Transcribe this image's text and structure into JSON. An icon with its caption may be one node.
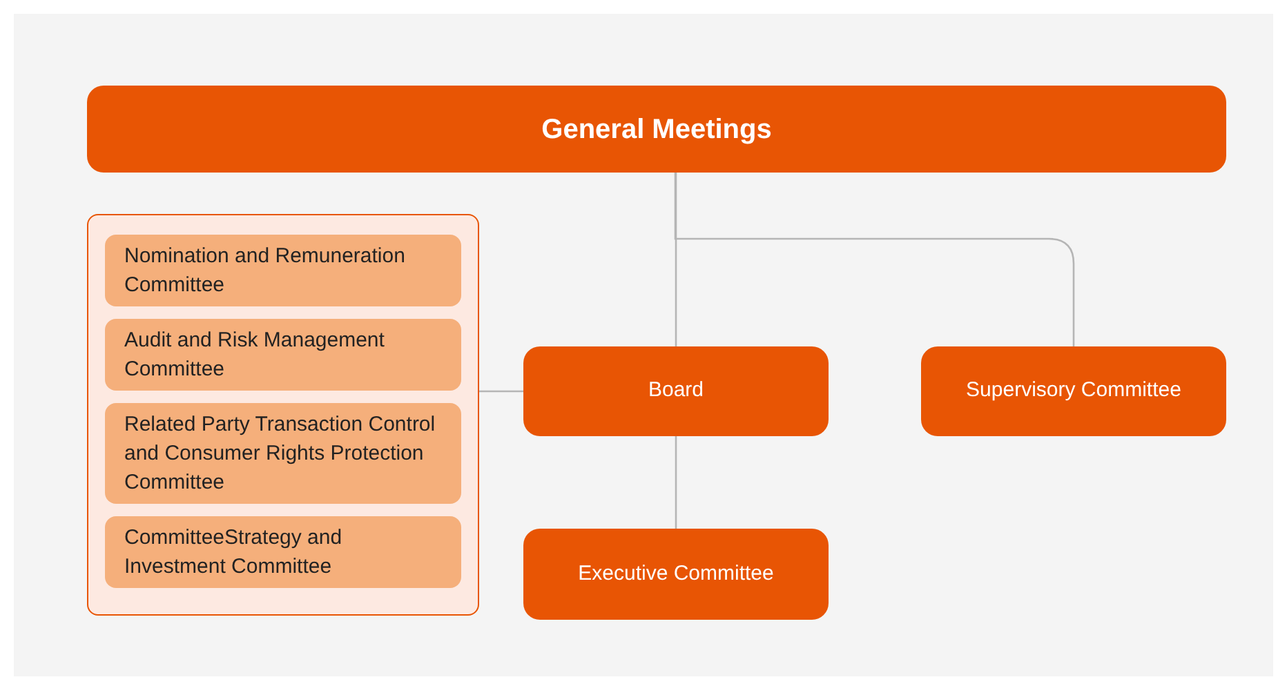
{
  "diagram": {
    "nodes": [
      {
        "text": [
          "General Meetings"
        ]
      },
      {
        "text": [],
        "shape": "box"
      },
      {
        "text": [
          "Nomination and Remuneration Committee"
        ],
        "in": 1
      },
      {
        "text": [
          "Audit and Risk Management Committee"
        ],
        "in": 1
      },
      {
        "text": [
          "Related Party Transaction Control and Consumer Rights Protection Committee"
        ],
        "in": 1
      },
      {
        "text": [
          "CommitteeStrategy and Investment Committee"
        ],
        "in": 1
      },
      {
        "text": [
          "Board"
        ]
      },
      {
        "text": [
          "Supervisory Committee"
        ]
      },
      {
        "text": [
          "Executive Committee"
        ]
      }
    ],
    "edges": [
      {
        "from": 0,
        "to": 6,
        "arrow": "none"
      },
      {
        "from": 0,
        "to": 7,
        "arrow": "none"
      },
      {
        "from": 6,
        "to": 8,
        "arrow": "none"
      },
      {
        "from": 1,
        "to": 6,
        "arrow": "none"
      }
    ]
  }
}
